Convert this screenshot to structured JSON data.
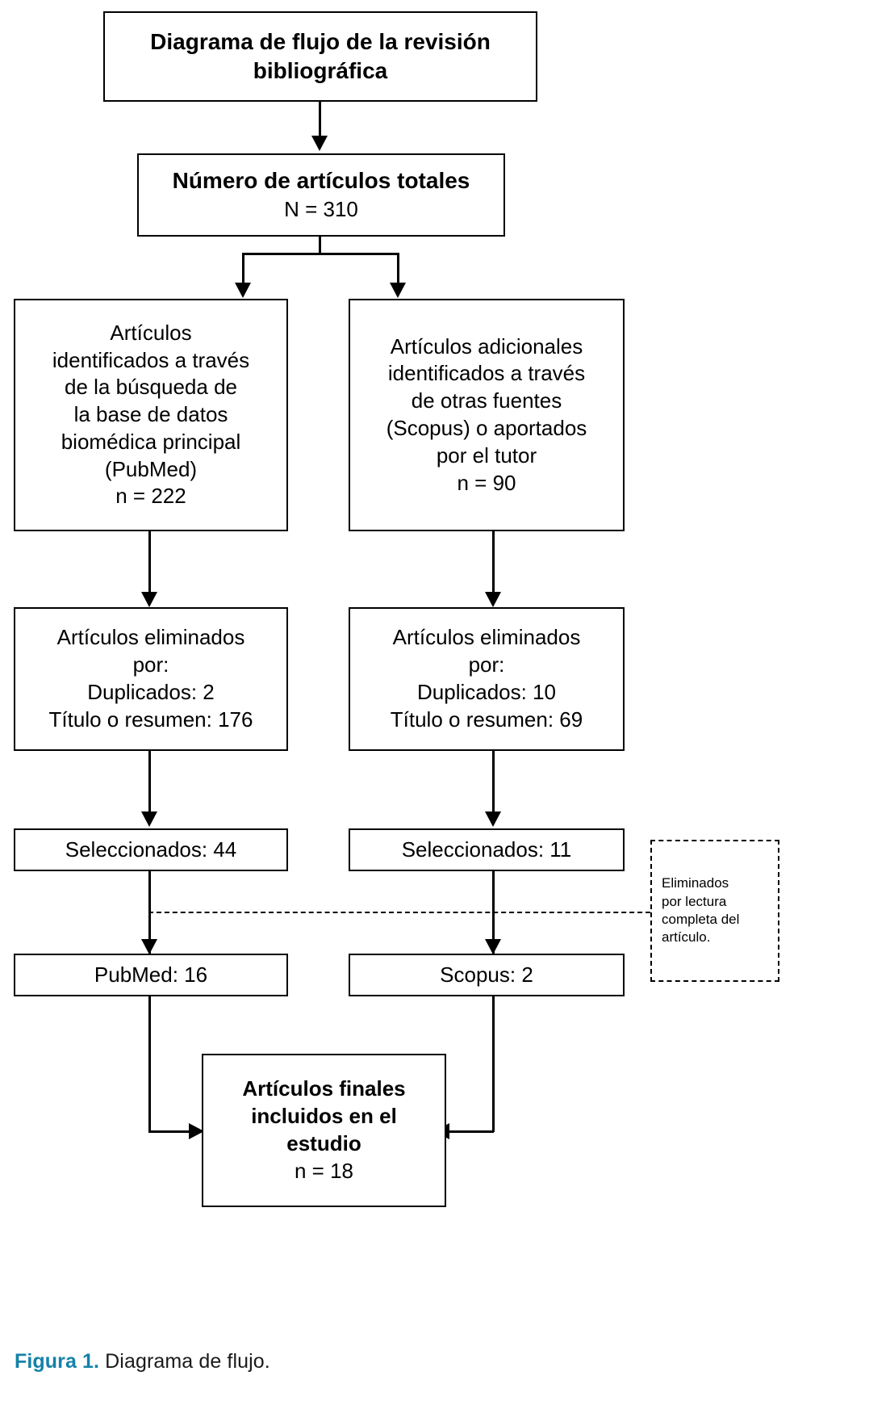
{
  "figure": {
    "caption_label": "Figura 1.",
    "caption_text": "Diagrama de flujo.",
    "caption_label_color": "#1481a8"
  },
  "nodes": {
    "title": {
      "line1": "Diagrama de flujo de la revisión",
      "line2": "bibliográfica"
    },
    "total": {
      "line1": "Número de artículos totales",
      "line2": "N = 310"
    },
    "pubmed_search": {
      "line1": "Artículos",
      "line2": "identificados a través",
      "line3": "de la búsqueda de",
      "line4": "la base de datos",
      "line5": "biomédica principal",
      "line6": "(PubMed)",
      "line7": "n = 222"
    },
    "other_sources": {
      "line1": "Artículos adicionales",
      "line2": "identificados a través",
      "line3": "de otras fuentes",
      "line4": "(Scopus) o aportados",
      "line5": "por el tutor",
      "line6": "n = 90"
    },
    "removed_left": {
      "line1": "Artículos eliminados",
      "line2": "por:",
      "line3": "Duplicados: 2",
      "line4": "Título o resumen: 176"
    },
    "removed_right": {
      "line1": "Artículos eliminados",
      "line2": "por:",
      "line3": "Duplicados: 10",
      "line4": "Título o resumen: 69"
    },
    "selected_left": {
      "line1": "Seleccionados: 44"
    },
    "selected_right": {
      "line1": "Seleccionados: 11"
    },
    "full_text_excluded": {
      "line1": "Eliminados",
      "line2": "por lectura",
      "line3": "completa del",
      "line4": "artículo."
    },
    "pubmed_final": {
      "line1": "PubMed: 16"
    },
    "scopus_final": {
      "line1": "Scopus: 2"
    },
    "final": {
      "line1": "Artículos finales",
      "line2": "incluidos en el",
      "line3": "estudio",
      "line4": "n = 18"
    }
  },
  "chart_data": {
    "type": "flowchart",
    "title": "Diagrama de flujo de la revisión bibliográfica",
    "records": {
      "total_identified": 310,
      "pubmed_identified": 222,
      "other_sources_identified": 90,
      "pubmed_removed_duplicates": 2,
      "pubmed_removed_title_abstract": 176,
      "other_removed_duplicates": 10,
      "other_removed_title_abstract": 69,
      "pubmed_selected": 44,
      "other_selected": 11,
      "pubmed_final": 16,
      "scopus_final": 2,
      "final_included": 18
    }
  }
}
